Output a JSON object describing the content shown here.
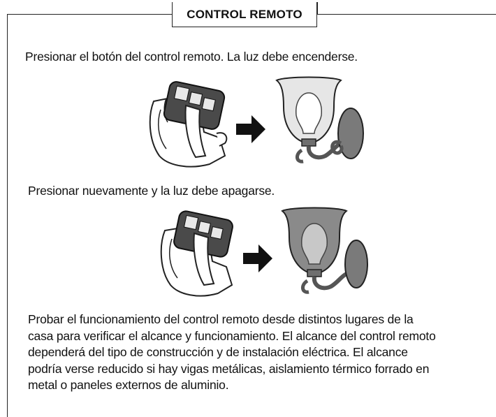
{
  "section": {
    "title": "CONTROL REMOTO"
  },
  "steps": [
    {
      "text": "Presionar el botón del control remoto. La luz debe encenderse."
    },
    {
      "text": "Presionar nuevamente y la luz debe apagarse."
    }
  ],
  "body": {
    "lines": [
      "Probar el funcionamiento del control remoto desde distintos lugares de la",
      "casa para verificar el alcance y funcionamiento. El alcance del control remoto",
      "dependerá del tipo de construcción y de instalación eléctrica. El alcance",
      "podría verse reducido si hay vigas metálicas, aislamiento térmico forrado en",
      "metal o paneles externos de aluminio."
    ]
  },
  "colors": {
    "bulb_on": "#ffffff",
    "bulb_off": "#c8c8c8",
    "shade_on": "#e6e6e6",
    "shade_off": "#8a8a8a",
    "metal": "#6f6f6f",
    "remote": "#3a3a3a"
  },
  "icons": [
    "remote-control-icon",
    "hand-icon",
    "arrow-right-icon",
    "wall-lamp-icon"
  ]
}
